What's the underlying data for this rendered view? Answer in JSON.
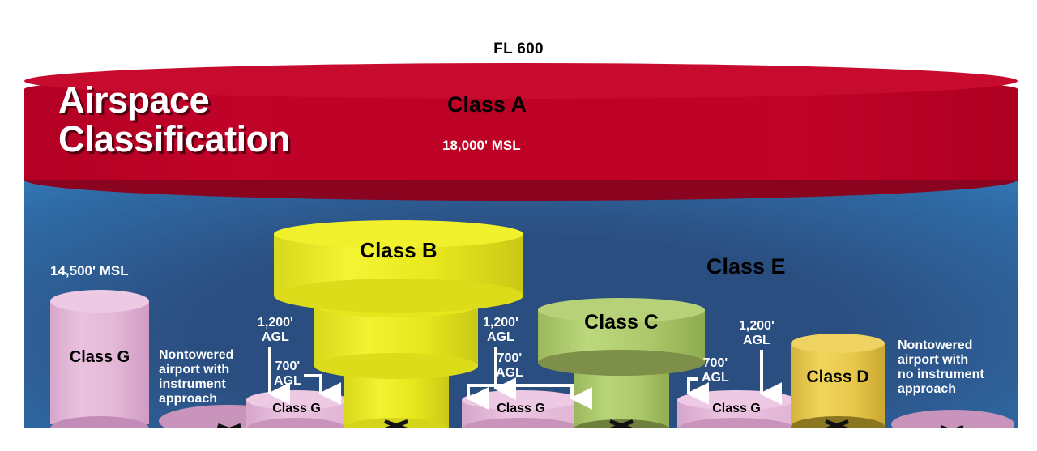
{
  "diagram": {
    "title": "Airspace\nClassification",
    "top_label": "FL 600"
  },
  "class_a": {
    "name": "Class A",
    "floor_label": "18,000' MSL",
    "color": "#bd0226"
  },
  "class_e": {
    "name": "Class E",
    "color": "#38a3e8"
  },
  "class_b": {
    "name": "Class B",
    "color": "#e8e81e"
  },
  "class_c": {
    "name": "Class C",
    "color": "#adc96b"
  },
  "class_d": {
    "name": "Class D",
    "color": "#e8c84a"
  },
  "class_g": {
    "name": "Class G",
    "color": "#e5b9d8",
    "tall_alt_label": "14,500' MSL",
    "instances": [
      {
        "label": "Class G"
      },
      {
        "label": "Class G"
      },
      {
        "label": "Class G"
      },
      {
        "label": "Class G"
      }
    ]
  },
  "annotations": {
    "nontowered_instrument": "Nontowered\nairport with\ninstrument\napproach",
    "nontowered_no_instrument": "Nontowered\nairport with\nno instrument\napproach",
    "agl_1200_a": "1,200'\nAGL",
    "agl_700_a": "700'\nAGL",
    "agl_1200_b": "1,200'\nAGL",
    "agl_700_b": "700'\nAGL",
    "agl_1200_c": "1,200'\nAGL",
    "agl_700_c": "700'\nAGL"
  },
  "icons": {
    "runway": "crossed-runway-icon"
  }
}
